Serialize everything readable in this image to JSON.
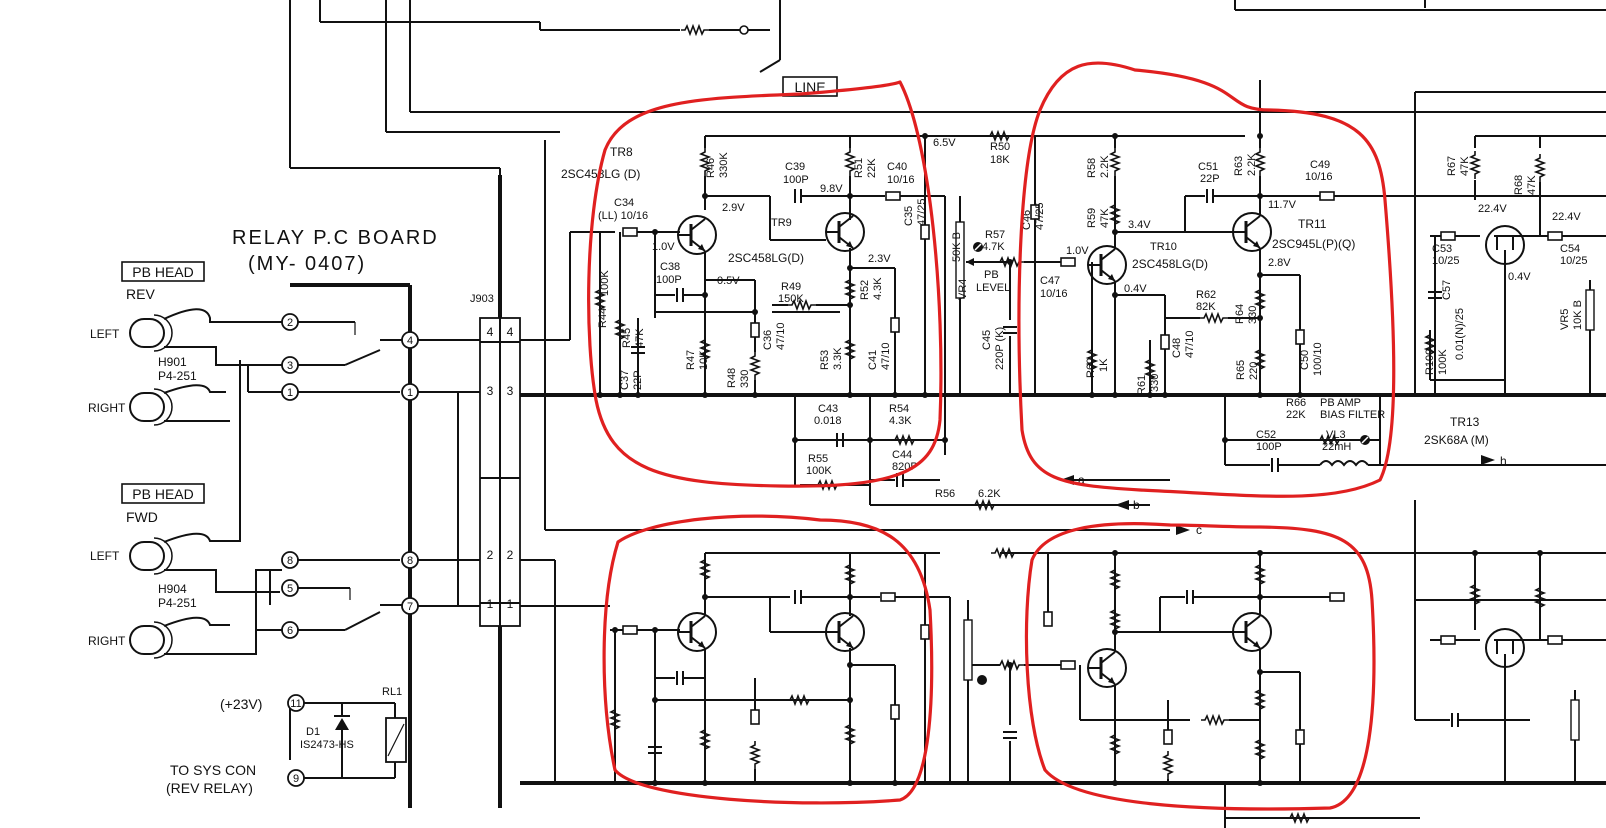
{
  "board": {
    "title_line1": "RELAY P.C BOARD",
    "title_line2": "(MY- 0407)",
    "connector": "J903"
  },
  "heads": {
    "rev": {
      "box": "PB HEAD",
      "dir": "REV",
      "part": "H901",
      "model": "P4-251"
    },
    "fwd": {
      "box": "PB HEAD",
      "dir": "FWD",
      "part": "H904",
      "model": "P4-251"
    },
    "left": "LEFT",
    "right": "RIGHT"
  },
  "supply": {
    "voltage": "(+23V)",
    "diode": "D1",
    "diode_part": "IS2473-HS",
    "relay": "RL1",
    "to_line1": "TO SYS CON",
    "to_line2": "(REV RELAY)"
  },
  "pins": [
    "2",
    "3",
    "1",
    "4",
    "8",
    "5",
    "6",
    "7",
    "11",
    "9"
  ],
  "j903_rows": [
    "4",
    "3",
    "2",
    "1"
  ],
  "line_box": "LINE",
  "stage1": {
    "tr8": "TR8",
    "tr8_part": "2SC458LG (D)",
    "tr9": "TR9",
    "tr9_part": "2SC458LG(D)",
    "c34": "C34",
    "c34_val": "(LL) 10/16",
    "r46": "R46",
    "r46_val": "330K",
    "c39": "C39",
    "c39_val": "100P",
    "r51": "R51",
    "r51_val": "22K",
    "c40": "C40",
    "c40_val": "10/16",
    "v_6_5": "6.5V",
    "v_2_9": "2.9V",
    "v_9_8": "9.8V",
    "v_1_0": "1.0V",
    "v_0_5": "0.5V",
    "v_2_3": "2.3V",
    "c35": "C35",
    "c35_val": "47/25",
    "c38": "C38",
    "c38_val": "100P",
    "r49": "R49",
    "r49_val": "150K",
    "r52": "R52",
    "r52_val": "4.3K",
    "r44": "R44",
    "r44_val": "100K",
    "r45": "R45",
    "r45_val": "47K",
    "c37": "C37",
    "c37_val": "22P",
    "r47": "R47",
    "r47_val": "10K",
    "r48": "R48",
    "r48_val": "330",
    "c36": "C36",
    "c36_val": "47/10",
    "r53": "R53",
    "r53_val": "3.3K",
    "c41": "C41",
    "c41_val": "47/10",
    "c43": "C43",
    "c43_val": "0.018",
    "r54": "R54",
    "r54_val": "4.3K",
    "r55": "R55",
    "r55_val": "100K",
    "c44": "C44",
    "c44_val": "820P",
    "r56": "R56",
    "r56_val": "6.2K"
  },
  "middle": {
    "r50": "R50",
    "r50_val": "18K",
    "vr4": "VR4",
    "vr4_val": "50K B",
    "r57": "R57",
    "r57_val": "4.7K",
    "c46": "C46",
    "c46_val": "47/25",
    "pb_level1": "PB",
    "pb_level2": "LEVEL",
    "c45": "C45",
    "c45_val": "220P (K)"
  },
  "stage2": {
    "r58": "R58",
    "r58_val": "2.2K",
    "c51": "C51",
    "c51_val": "22P",
    "r63": "R63",
    "r63_val": "2.2K",
    "c49": "C49",
    "c49_val": "10/16",
    "v_11_7": "11.7V",
    "r59": "R59",
    "r59_val": "47K",
    "v_3_4": "3.4V",
    "tr10": "TR10",
    "tr10_part": "2SC458LG(D)",
    "tr11": "TR11",
    "tr11_part": "2SC945L(P)(Q)",
    "v_1_0": "1.0V",
    "c47": "C47",
    "c47_val": "10/16",
    "v_0_4": "0.4V",
    "v_2_8": "2.8V",
    "r62": "R62",
    "r62_val": "82K",
    "r64": "R64",
    "r64_val": "330",
    "c48": "C48",
    "c48_val": "47/10",
    "r60": "R60",
    "r60_val": "1K",
    "r61": "R61",
    "r61_val": "330",
    "r65": "R65",
    "r65_val": "220",
    "c50": "C50",
    "c50_val": "100/10",
    "r66": "R66",
    "r66_val": "22K",
    "pb_amp": "PB AMP",
    "bias_filter": "BIAS FILTER",
    "c52": "C52",
    "c52_val": "100P",
    "vl3": "VL3",
    "vl3_val": "22mH"
  },
  "right": {
    "r67": "R67",
    "r67_val": "47K",
    "r68": "R68",
    "r68_val": "47K",
    "v_22_4a": "22.4V",
    "v_22_4b": "22.4V",
    "c53": "C53",
    "c53_val": "10/25",
    "c54": "C54",
    "c54_val": "10/25",
    "c57": "C57",
    "c57_val": "0.01(N)/25",
    "v_0_4": "0.4V",
    "r100": "R100",
    "r100_val": "100K",
    "vr5": "VR5",
    "vr5_val": "10K B",
    "tr13": "TR13",
    "tr13_part": "2SK68A (M)"
  },
  "arrows": {
    "a": "a",
    "b": "b",
    "c": "c",
    "h": "h"
  }
}
